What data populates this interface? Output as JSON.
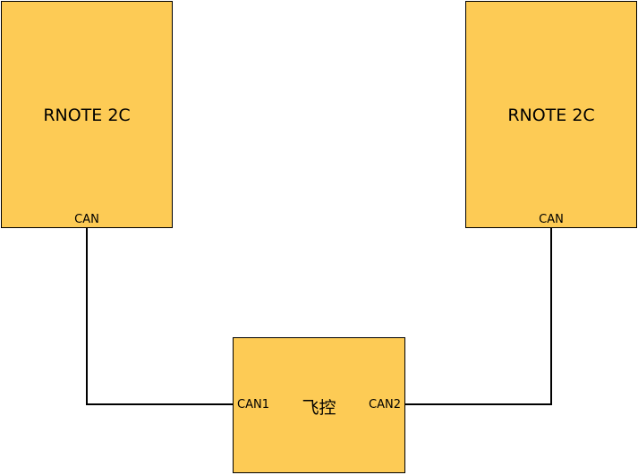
{
  "nodes": {
    "left": {
      "title": "RNOTE 2C",
      "port": "CAN"
    },
    "right": {
      "title": "RNOTE 2C",
      "port": "CAN"
    },
    "flight_controller": {
      "title": "飞控",
      "port_left": "CAN1",
      "port_right": "CAN2"
    }
  },
  "colors": {
    "box_fill": "#fdcb55",
    "box_stroke": "#000000",
    "wire": "#000000"
  }
}
